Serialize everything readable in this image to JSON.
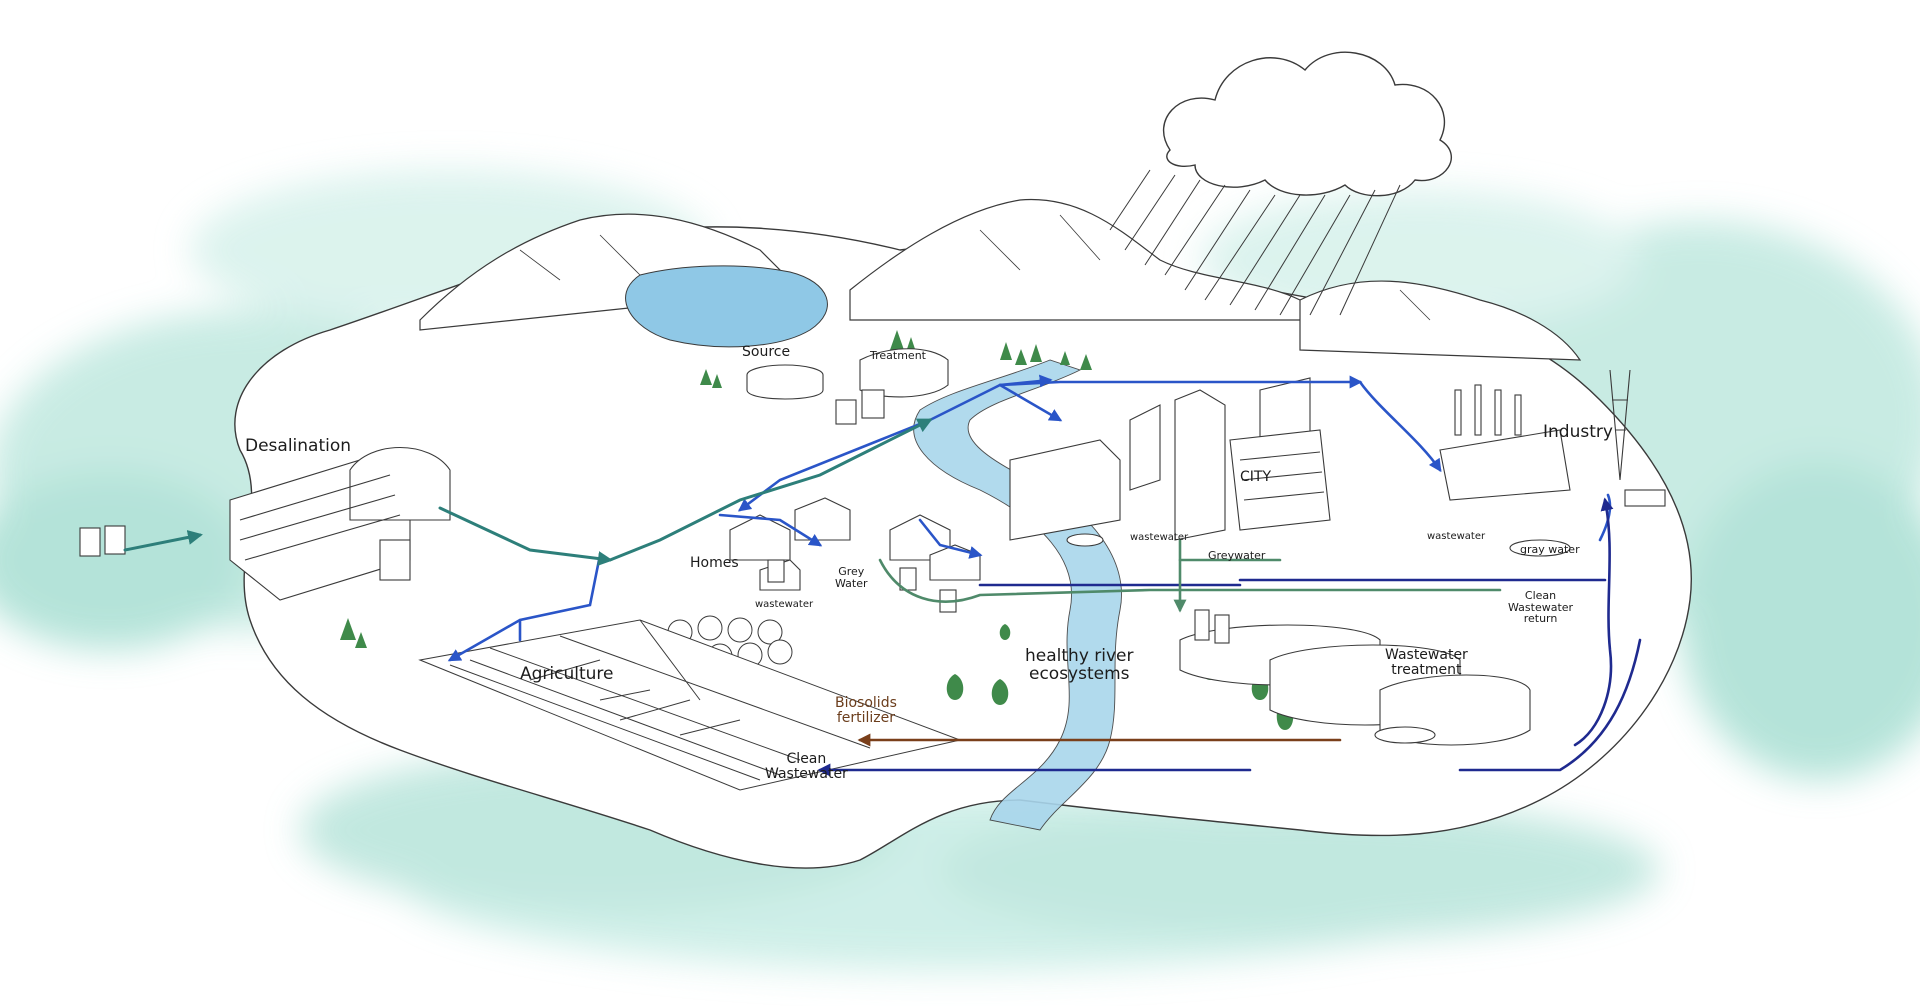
{
  "colors": {
    "sea": "#9fd9cc",
    "sea_light": "#d4efe9",
    "lake": "#8fc8e6",
    "river": "#a9d6ec",
    "sketch": "#3a3a3a",
    "tree": "#3f8a4a",
    "pipe_blue": "#2a55c8",
    "pipe_navy": "#1f2a8f",
    "pipe_teal": "#2d7f7a",
    "pipe_green": "#4f8a6a",
    "pipe_brown": "#7a3f1a"
  },
  "labels": {
    "source": "Source",
    "treatment": "Treatment",
    "desalination": "Desalination",
    "homes": "Homes",
    "grey_water_homes": "Grey\nWater",
    "wastewater_homes": "wastewater",
    "agriculture": "Agriculture",
    "city": "CITY",
    "wastewater_city": "wastewater",
    "greywater_city": "Greywater",
    "industry": "Industry",
    "wastewater_industry": "wastewater",
    "gray_water_industry": "gray water",
    "clean_wastewater_return": "Clean\nWastewater\nreturn",
    "healthy_river": "healthy river\necosystems",
    "wastewater_treatment": "Wastewater\ntreatment",
    "biosolids": "Biosolids\nfertilizer",
    "clean_wastewater": "Clean\nWastewater"
  }
}
